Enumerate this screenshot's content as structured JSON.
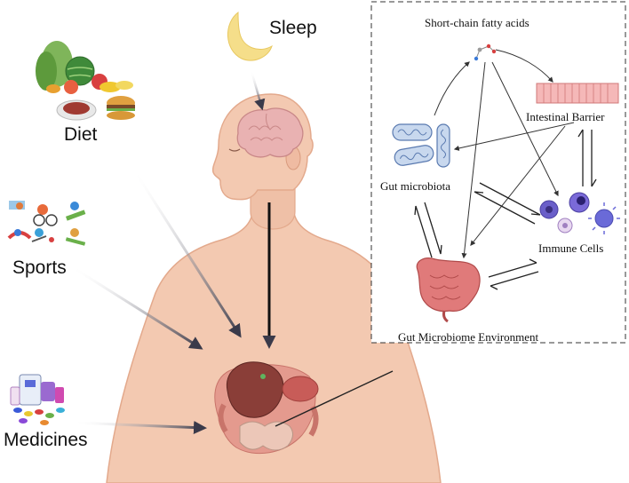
{
  "lifestyle": {
    "sleep": "Sleep",
    "diet": "Diet",
    "sports": "Sports",
    "medicines": "Medicines"
  },
  "inset": {
    "scfa": "Short-chain fatty acids",
    "intestinal_barrier": "Intestinal Barrier",
    "gut_microbiota": "Gut microbiota",
    "immune_cells": "Immune Cells",
    "gut_environment": "Gut Microbiome Environment"
  },
  "colors": {
    "skin": "#f3c9b1",
    "skin_outline": "#e3a98c",
    "intestine": "#e07a7a",
    "immune": "#6a5fc9",
    "barrier": "#f0a0a0"
  },
  "icons": [
    "moon-icon",
    "food-icon",
    "sports-icon",
    "medicine-icon",
    "brain-icon",
    "molecule-icon",
    "microbe-icon",
    "immune-cell-icon",
    "intestine-icon",
    "organs-icon"
  ]
}
